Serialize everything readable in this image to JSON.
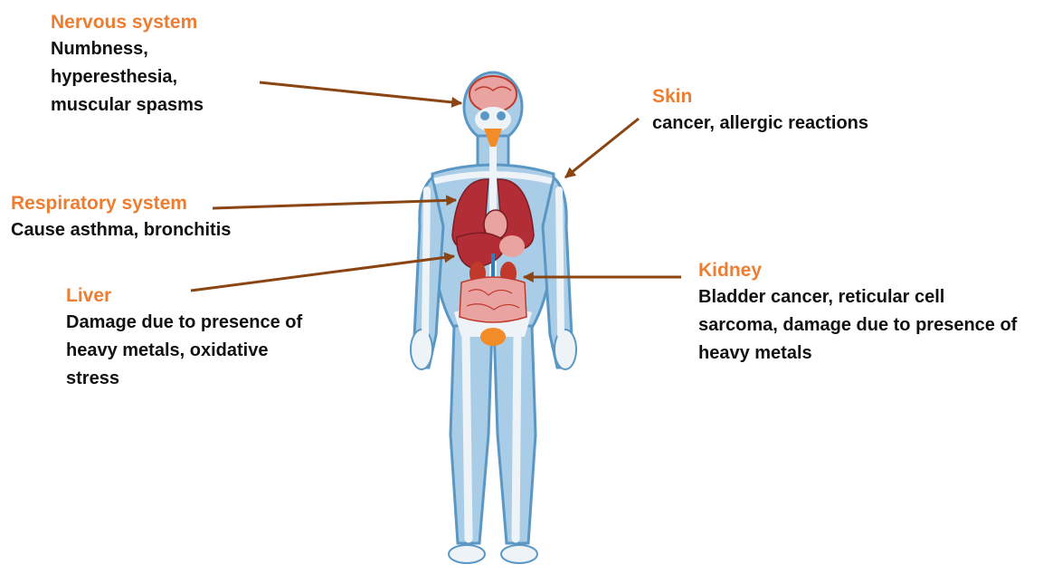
{
  "colors": {
    "title": "#ED7D31",
    "text": "#111111",
    "arrow": "#8B4513",
    "body_outline": "#5A97C4",
    "body_fill": "#A9CDE6",
    "bone": "#EEF3F7",
    "organ_red": "#B22D36",
    "organ_pink": "#E9A3A0",
    "kidney": "#C0392B",
    "vessel_blue": "#2F7DC0"
  },
  "labels": {
    "nervous": {
      "title": "Nervous system",
      "lines": [
        "Numbness,",
        "hyperesthesia,",
        "muscular spasms"
      ]
    },
    "skin": {
      "title": "Skin",
      "lines": [
        "cancer, allergic reactions"
      ]
    },
    "respiratory": {
      "title": "Respiratory system",
      "lines": [
        "Cause asthma, bronchitis"
      ]
    },
    "kidney": {
      "title": "Kidney",
      "lines": [
        "Bladder cancer, reticular cell",
        "sarcoma, damage due to presence of",
        "heavy metals"
      ]
    },
    "liver": {
      "title": "Liver",
      "lines": [
        "Damage due to presence of",
        "heavy metals, oxidative",
        "stress"
      ]
    }
  },
  "icons": {
    "figure": "human-body-anatomy-icon"
  }
}
